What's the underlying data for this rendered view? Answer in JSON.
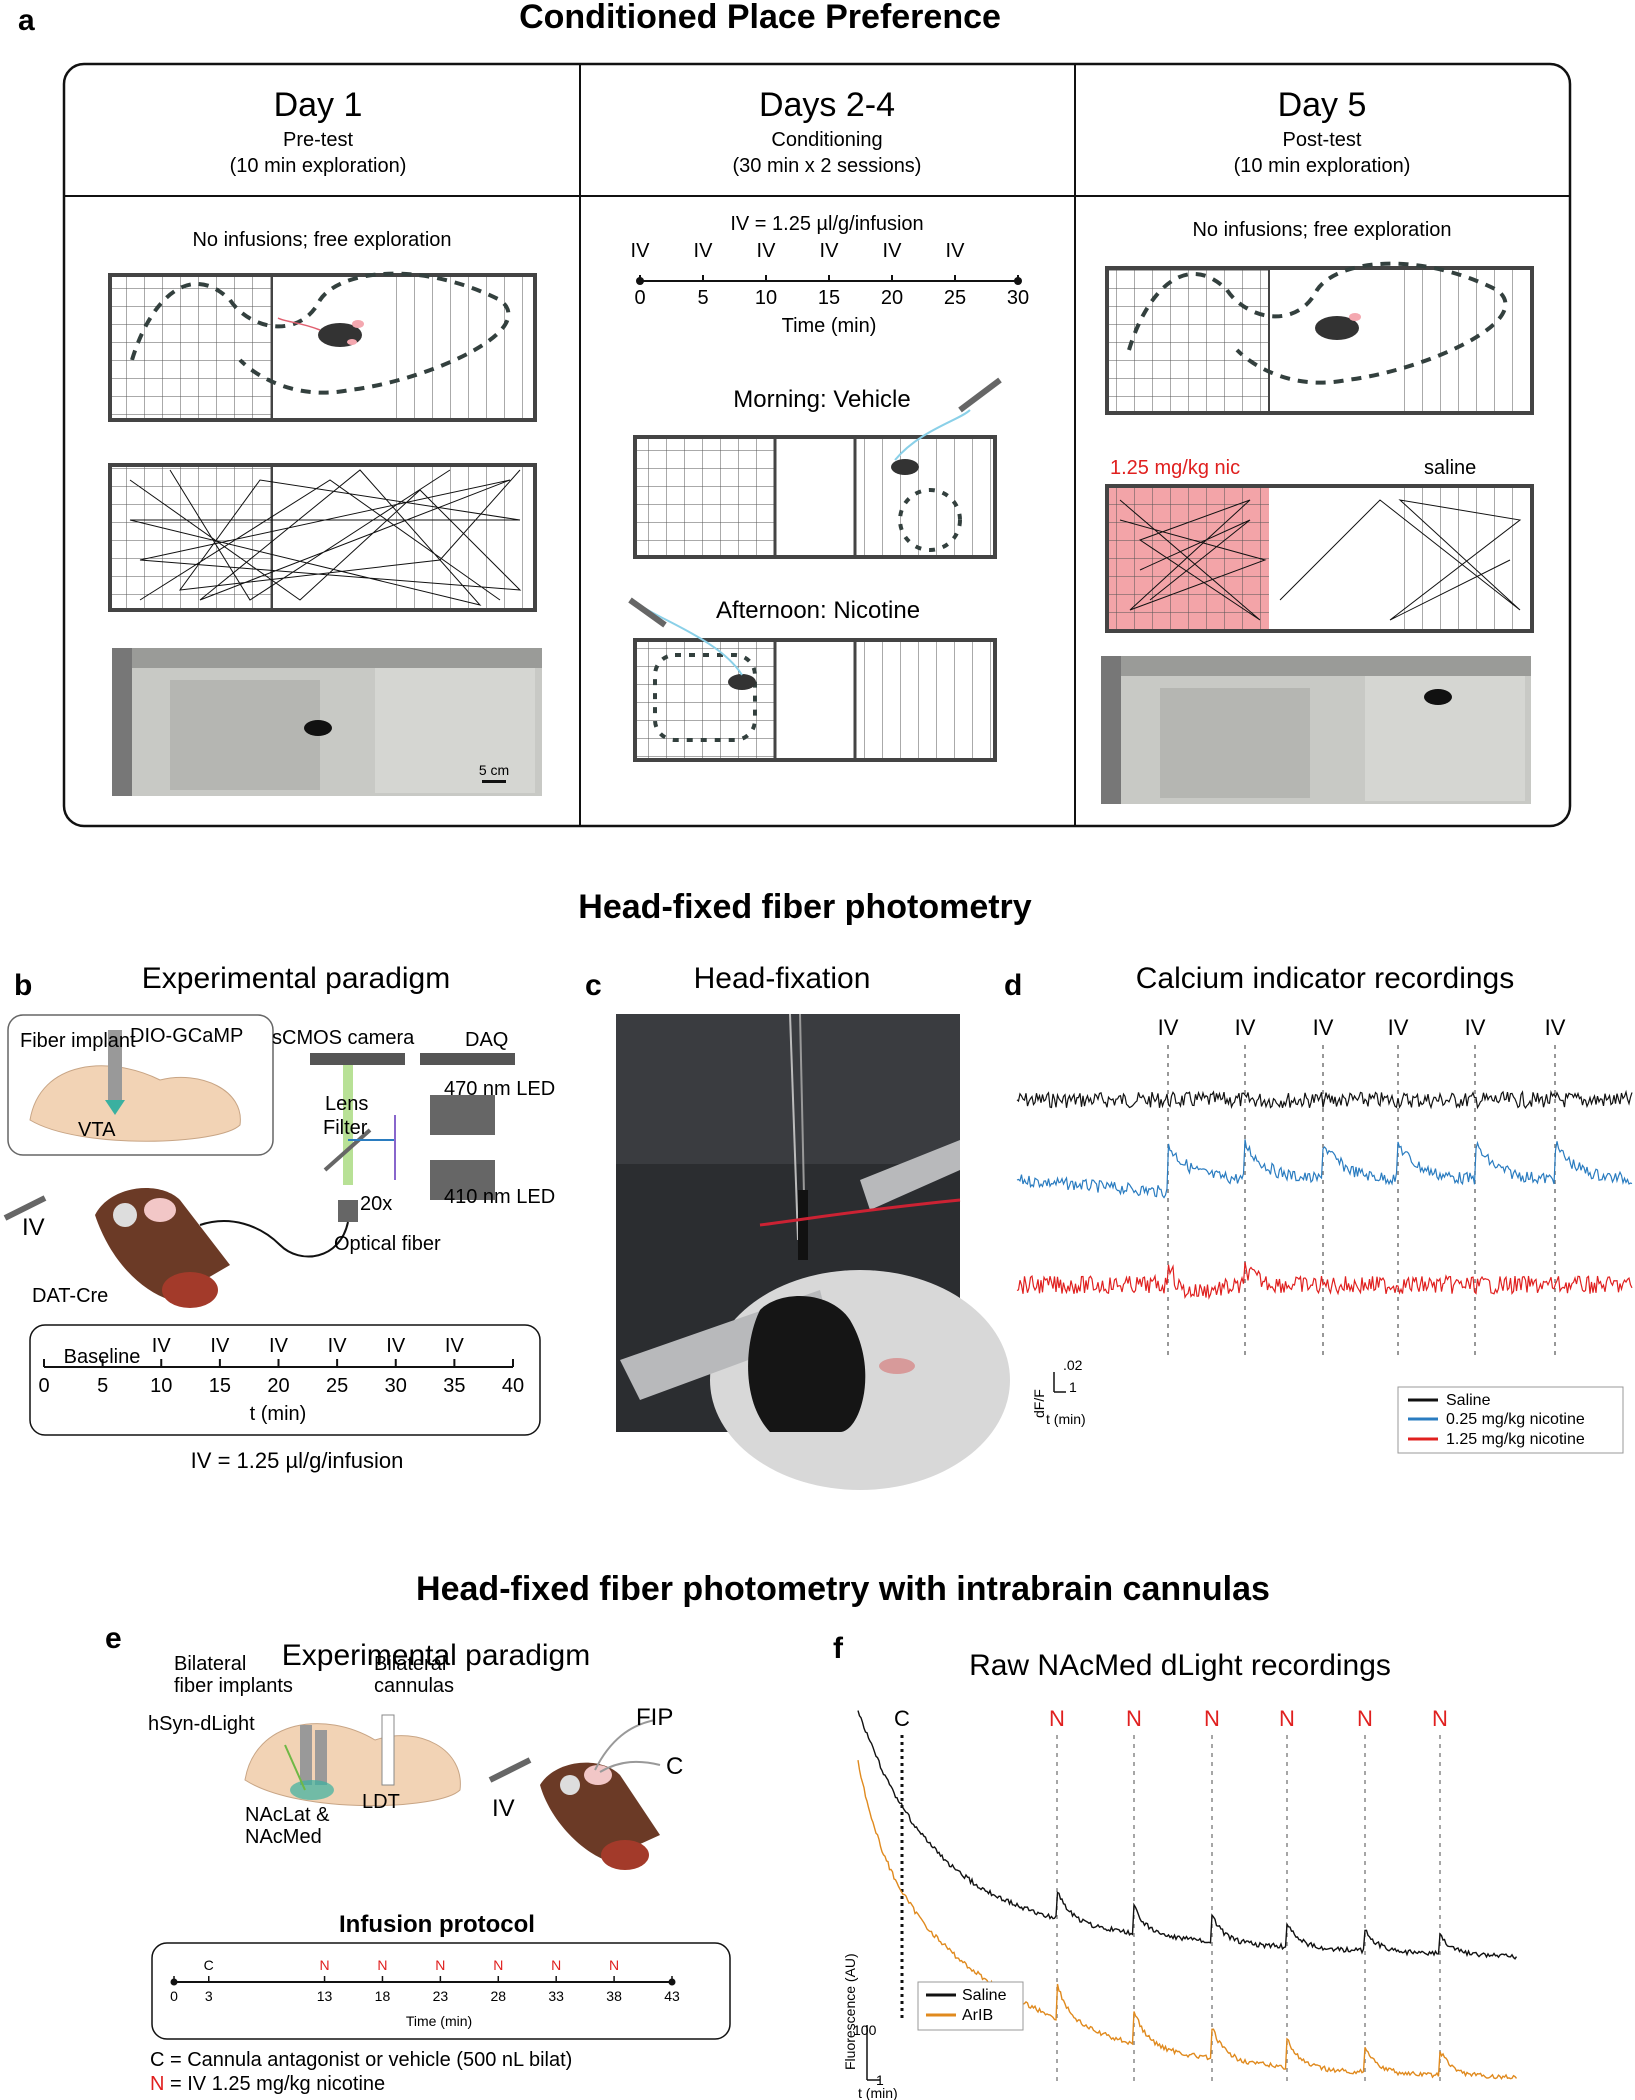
{
  "colors": {
    "saline": "#111111",
    "nic_low": "#2a7cc0",
    "nic_high": "#e0201f",
    "arib": "#e08a1e",
    "nic_zone": "#f3a4a8",
    "label_red": "#e0201f"
  },
  "sections": {
    "cpp_title": "Conditioned Place Preference",
    "photometry_title": "Head-fixed fiber photometry",
    "cannula_title": "Head-fixed fiber photometry with intrabrain cannulas"
  },
  "panel_a": {
    "letter": "a",
    "col1": {
      "day": "Day 1",
      "phase": "Pre-test",
      "detail": "(10 min exploration)",
      "note": "No infusions; free exploration"
    },
    "col2": {
      "day": "Days 2-4",
      "phase": "Conditioning",
      "detail": "(30 min x 2 sessions)",
      "dose": "IV = 1.25 µl/g/infusion",
      "iv_label": "IV",
      "ticks": [
        "0",
        "5",
        "10",
        "15",
        "20",
        "25",
        "30"
      ],
      "axis_label": "Time (min)",
      "morning": "Morning: Vehicle",
      "afternoon": "Afternoon: Nicotine"
    },
    "col3": {
      "day": "Day 5",
      "phase": "Post-test",
      "detail": "(10 min exploration)",
      "note": "No infusions; free exploration",
      "nic_label": "1.25 mg/kg nic",
      "sal_label": "saline"
    },
    "scale_bar": "5 cm"
  },
  "panel_b": {
    "letter": "b",
    "title": "Experimental paradigm",
    "fiber_implant": "Fiber implant",
    "dio": "DIO-GCaMP",
    "vta": "VTA",
    "camera": "sCMOS camera",
    "daq": "DAQ",
    "led470": "470 nm LED",
    "led410": "410 nm LED",
    "lens": "Lens",
    "filter": "Filter",
    "objective": "20x",
    "optical_fiber": "Optical fiber",
    "iv": "IV",
    "dat": "DAT-Cre",
    "baseline": "Baseline",
    "ticks": [
      "0",
      "5",
      "10",
      "15",
      "20",
      "25",
      "30",
      "35",
      "40"
    ],
    "axis_label": "t (min)",
    "dose": "IV = 1.25 µl/g/infusion"
  },
  "panel_c": {
    "letter": "c",
    "title": "Head-fixation"
  },
  "panel_d": {
    "letter": "d",
    "title": "Calcium indicator recordings",
    "iv_label": "IV",
    "scale_y": ".02",
    "scale_x": "1",
    "scale_y_label": "dF/F",
    "scale_x_label": "t (min)",
    "legend": [
      "Saline",
      "0.25 mg/kg nicotine",
      "1.25 mg/kg nicotine"
    ]
  },
  "panel_e": {
    "letter": "e",
    "title": "Experimental paradigm",
    "bilat_fiber": "Bilateral fiber implants",
    "bilat_cannula": "Bilateral cannulas",
    "hsyn": "hSyn-dLight",
    "nac": "NAcLat & NAcMed",
    "ldt": "LDT",
    "iv": "IV",
    "fip": "FIP",
    "c": "C",
    "protocol_title": "Infusion protocol",
    "c_label": "C",
    "n_label": "N",
    "ticks": [
      "0",
      "3",
      "13",
      "18",
      "23",
      "28",
      "33",
      "38",
      "43"
    ],
    "axis_label": "Time (min)",
    "legend_c": "C = Cannula antagonist or vehicle (500 nL bilat)",
    "legend_n_prefix": "N",
    "legend_n_suffix": " = IV 1.25 mg/kg nicotine"
  },
  "panel_f": {
    "letter": "f",
    "title": "Raw NAcMed dLight recordings",
    "c_label": "C",
    "n_label": "N",
    "scale_y": "100",
    "scale_x": "1",
    "y_label": "Fluorescence (AU)",
    "x_label": "t (min)",
    "legend": [
      "Saline",
      "ArIB"
    ]
  }
}
